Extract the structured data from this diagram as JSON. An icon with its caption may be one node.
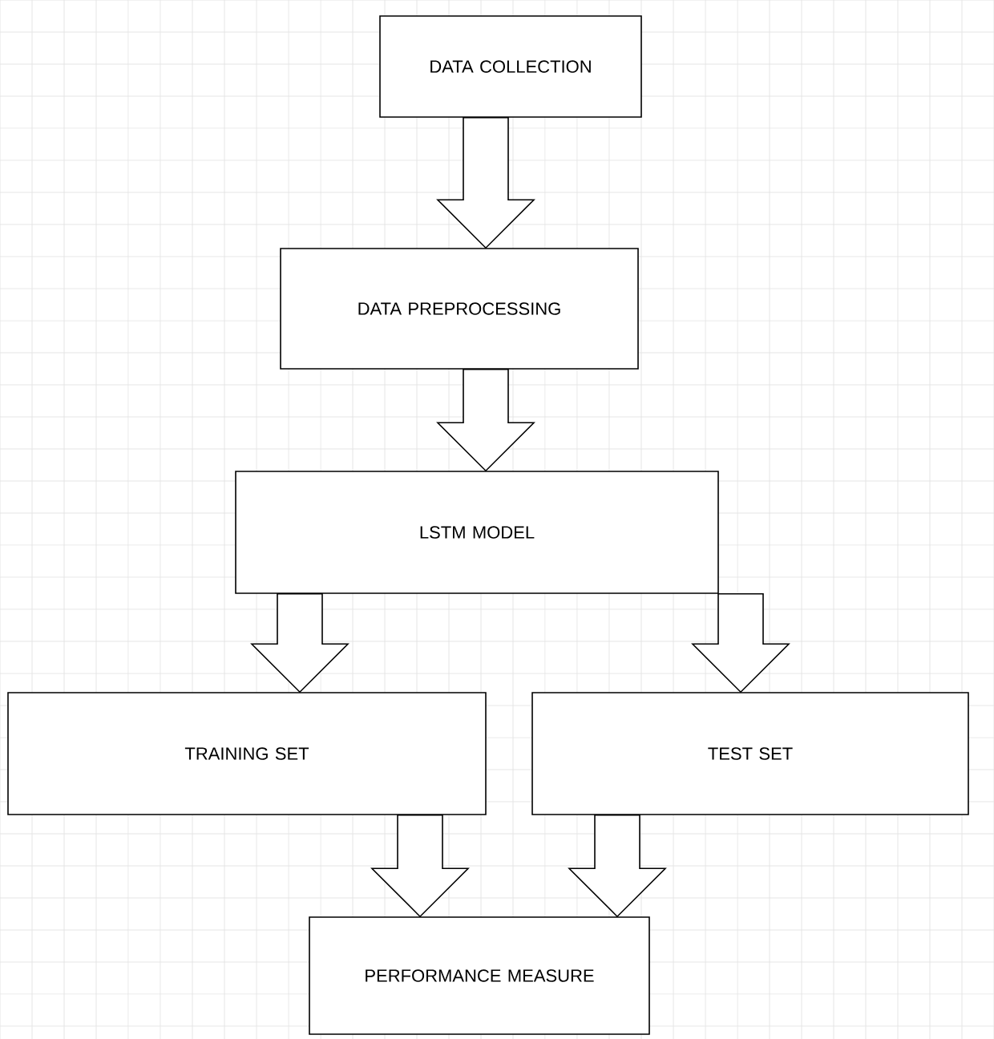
{
  "diagram": {
    "nodes": [
      {
        "text": [
          "DATA COLLECTION"
        ]
      },
      {
        "text": [
          "DATA PREPROCESSING"
        ]
      },
      {
        "text": [
          "LSTM MODEL"
        ]
      },
      {
        "text": [
          "TRAINING SET"
        ]
      },
      {
        "text": [
          "TEST SET"
        ]
      },
      {
        "text": [
          "PERFORMANCE MEASURE"
        ]
      }
    ],
    "edges": [
      {
        "from": 0,
        "to": 1,
        "arrow": "to"
      },
      {
        "from": 1,
        "to": 2,
        "arrow": "to"
      },
      {
        "from": 2,
        "to": 3,
        "arrow": "to"
      },
      {
        "from": 2,
        "to": 4,
        "arrow": "to"
      },
      {
        "from": 3,
        "to": 5,
        "arrow": "to"
      },
      {
        "from": 4,
        "to": 5,
        "arrow": "to"
      }
    ]
  }
}
